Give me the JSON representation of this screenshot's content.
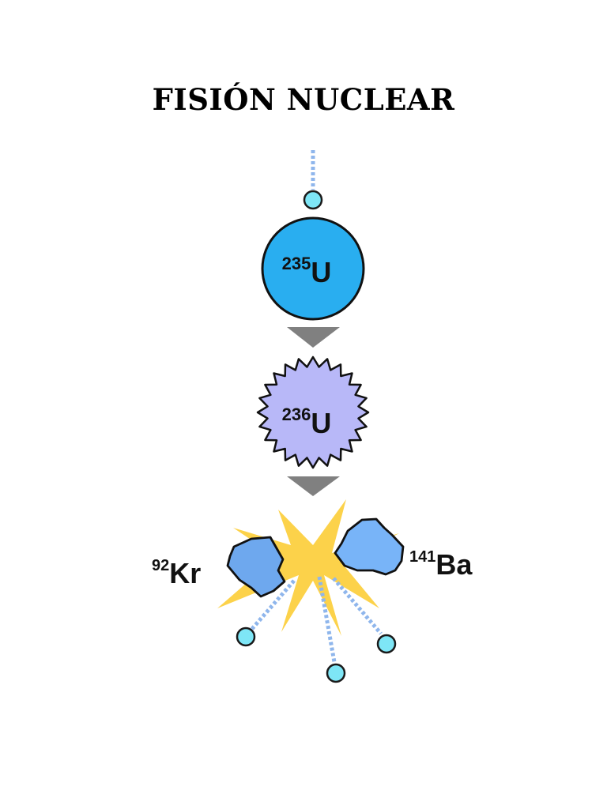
{
  "title": "FISIÓN NUCLEAR",
  "nuclei": {
    "u235": {
      "mass": "235",
      "symbol": "U"
    },
    "u236": {
      "mass": "236",
      "symbol": "U"
    },
    "kr": {
      "mass": "92",
      "symbol": "Kr"
    },
    "ba": {
      "mass": "141",
      "symbol": "Ba"
    }
  },
  "colors": {
    "u235": "#29aef0",
    "u236": "#b8b8f8",
    "fragment": "#6ea8ee",
    "neutron": "#7ee6f6",
    "flash": "#fcd24a",
    "arrow": "#808080",
    "path": "#8fb6ec"
  }
}
